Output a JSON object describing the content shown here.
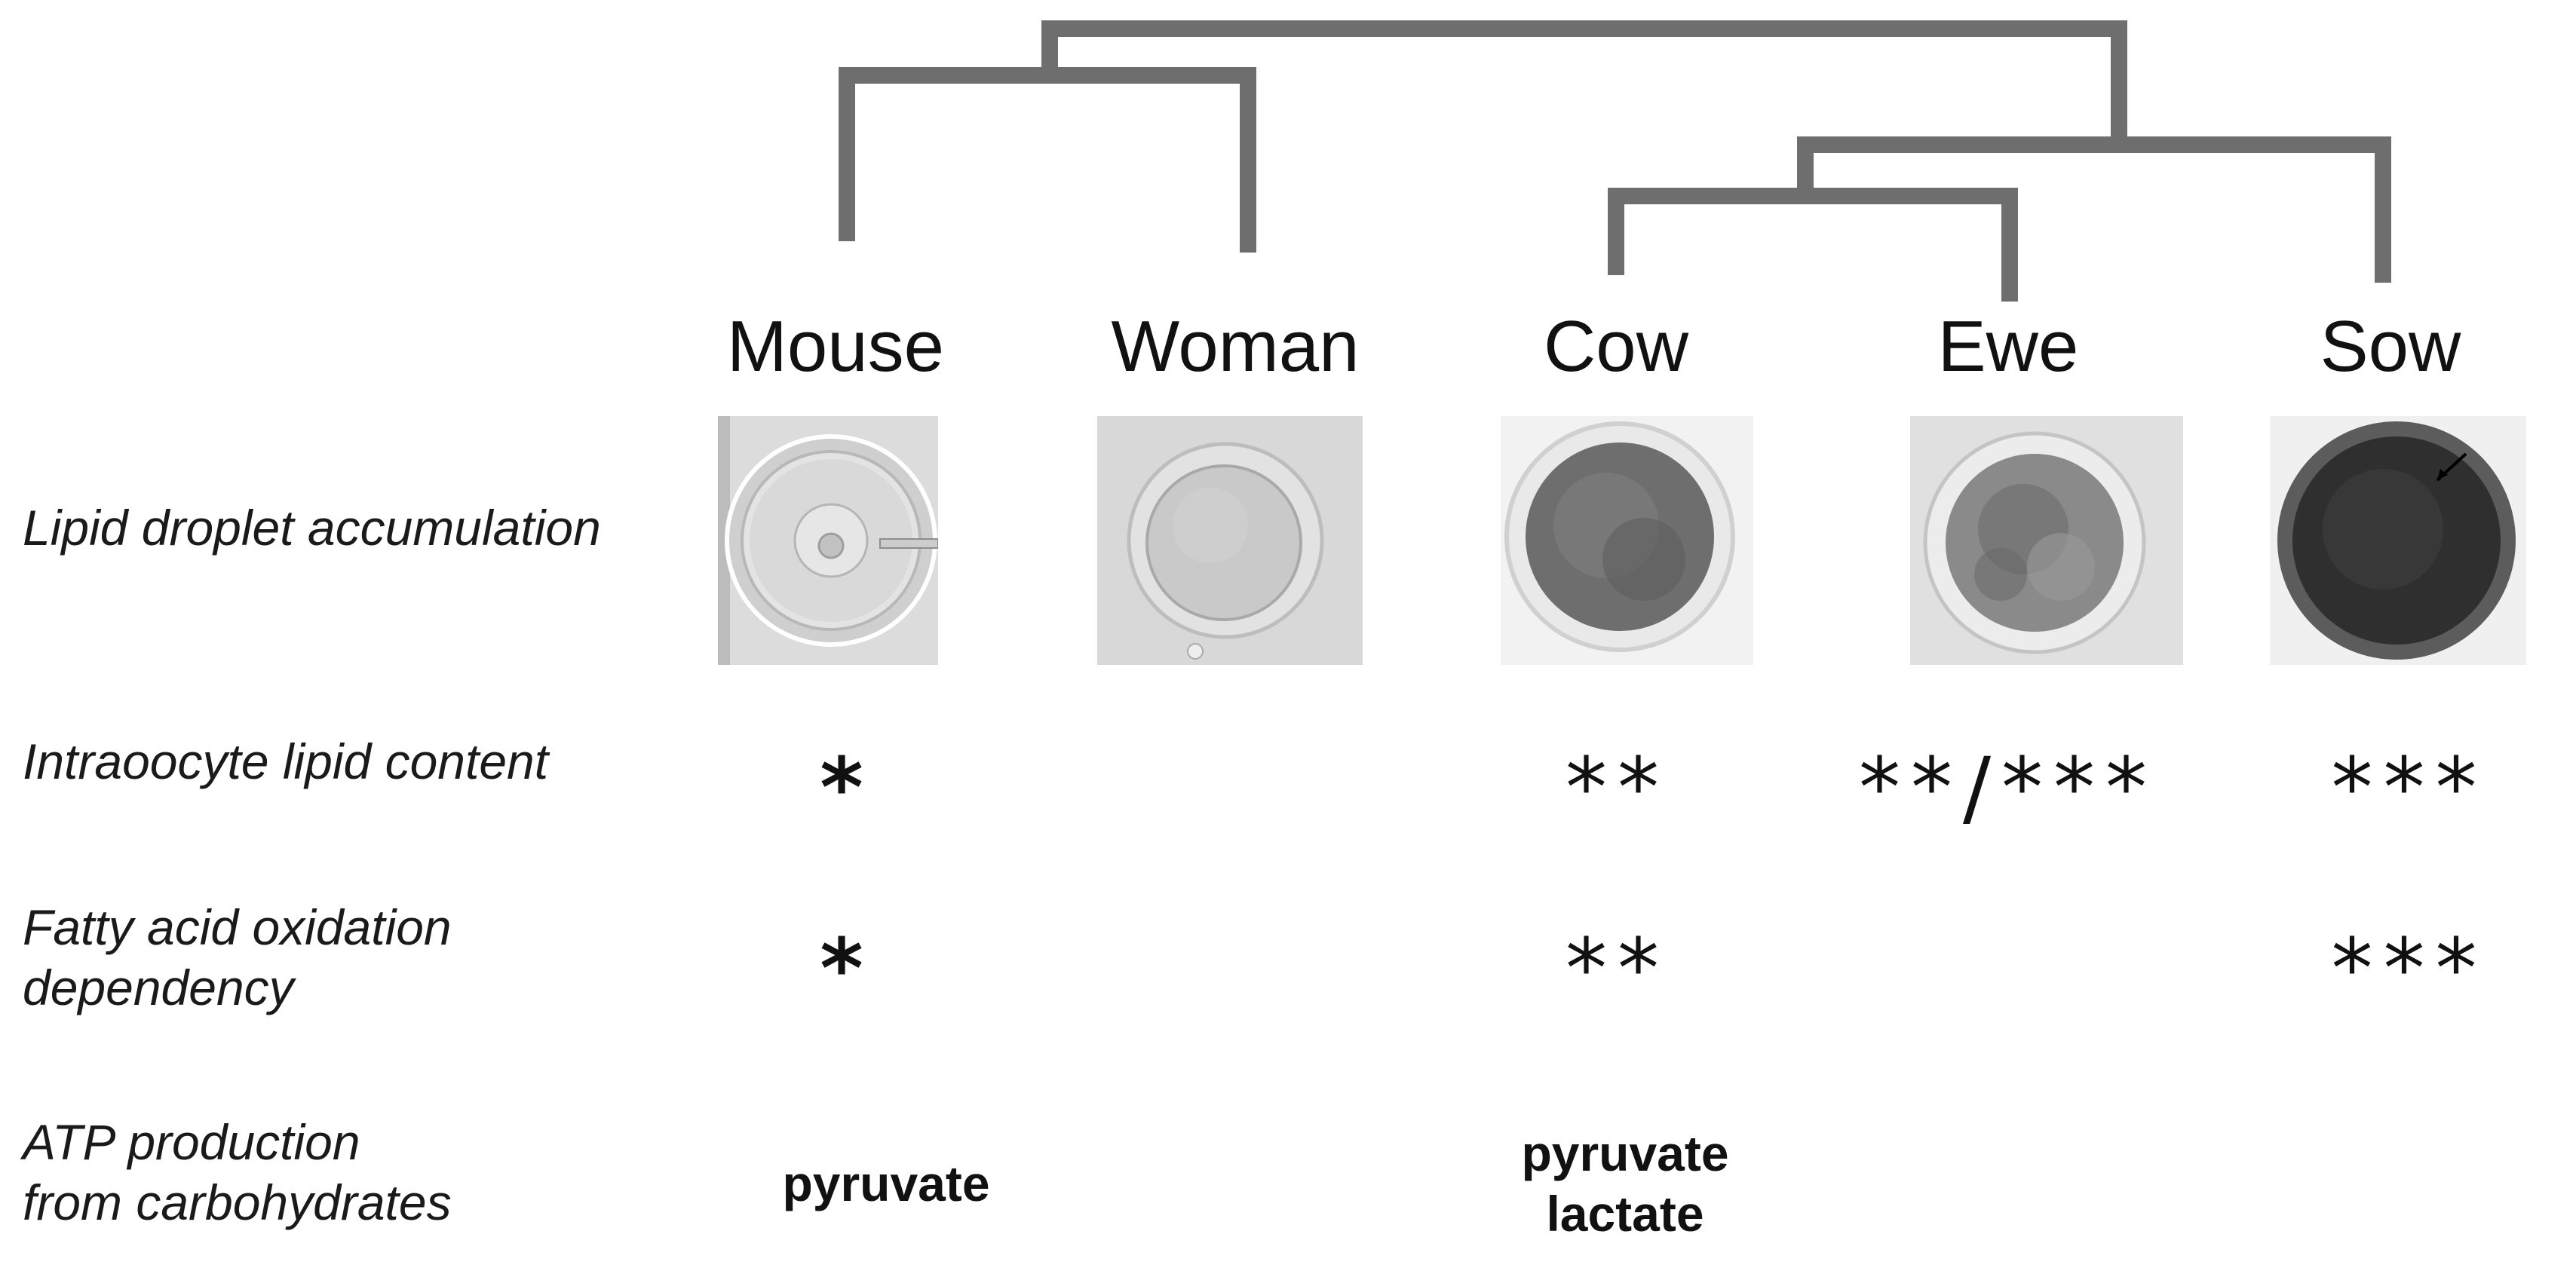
{
  "species": [
    "Mouse",
    "Woman",
    "Cow",
    "Ewe",
    "Sow"
  ],
  "rows": {
    "lipid_droplet": "Lipid droplet accumulation",
    "lipid_content": "Intraoocyte  lipid content",
    "fao": "Fatty acid oxidation\ndependency",
    "atp": "ATP production\nfrom carbohydrates"
  },
  "lipid_content": {
    "mouse": "*",
    "cow": "**",
    "ewe": "**/***",
    "sow": "***"
  },
  "fao": {
    "mouse": "*",
    "cow": "**",
    "sow": "***"
  },
  "atp": {
    "mouse": "pyruvate",
    "cow": "pyruvate\nlactate"
  },
  "images": {
    "mouse": "mouse-oocyte",
    "woman": "woman-oocyte",
    "cow": "cow-oocyte",
    "ewe": "ewe-oocyte",
    "sow": "sow-oocyte"
  },
  "colors": {
    "tree": "#6e6e6e",
    "text": "#111111"
  }
}
